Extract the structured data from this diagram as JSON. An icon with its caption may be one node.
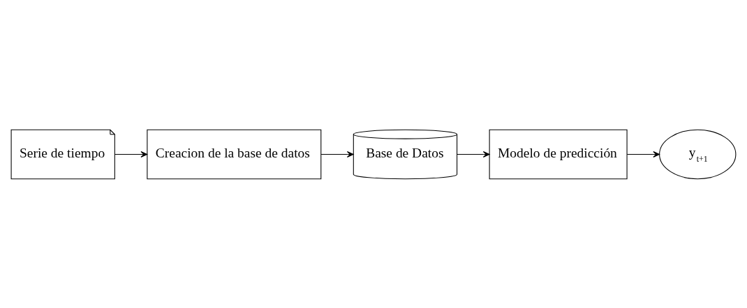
{
  "diagram": {
    "nodes": [
      {
        "text": [
          "Serie de tiempo"
        ]
      },
      {
        "text": [
          "Creacion de la base de datos"
        ]
      },
      {
        "text": [
          "Base de Datos"
        ]
      },
      {
        "text": [
          "Modelo de predicción"
        ]
      },
      {
        "text": [
          "y$_{t+1}$"
        ]
      }
    ],
    "edges": [
      {
        "from": 0,
        "to": 1,
        "arrow": "to"
      },
      {
        "from": 1,
        "to": 2,
        "arrow": "to"
      },
      {
        "from": 2,
        "to": 3,
        "arrow": "to"
      },
      {
        "from": 3,
        "to": 4,
        "arrow": "to"
      }
    ]
  }
}
